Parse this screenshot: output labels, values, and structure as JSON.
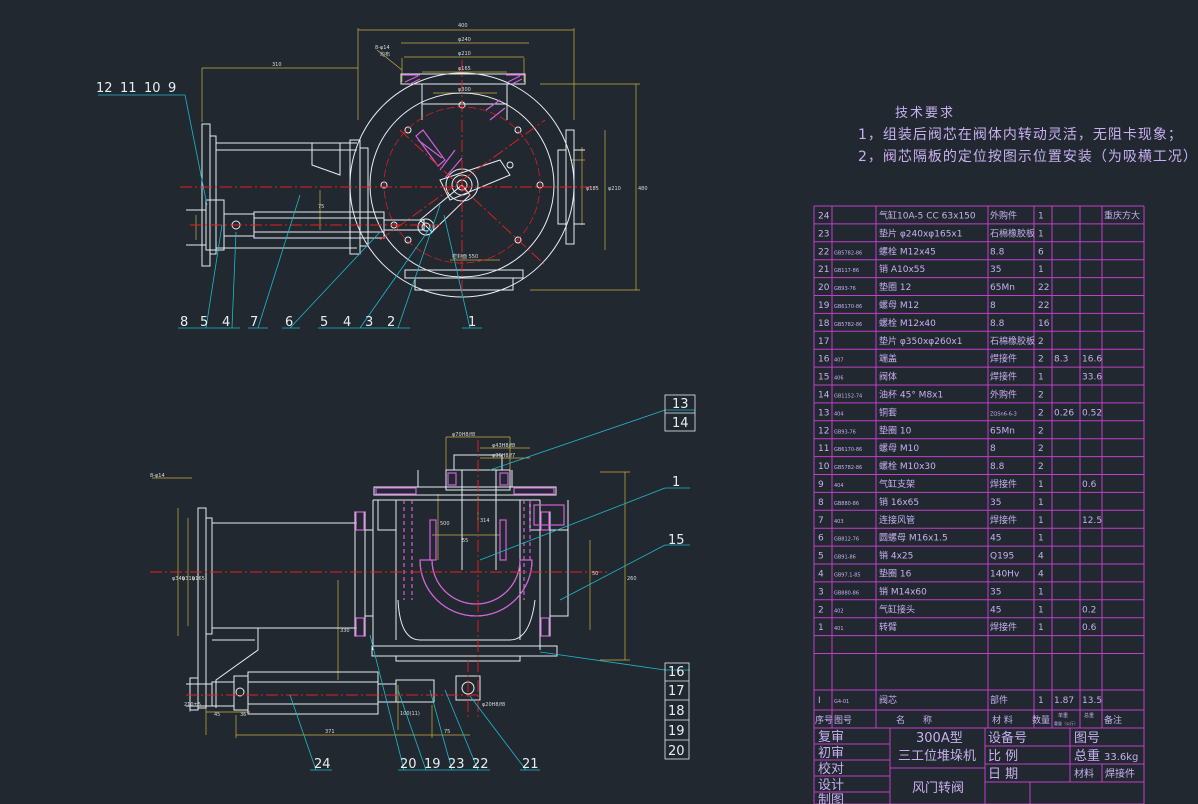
{
  "tech_requirements": {
    "title": "技术要求",
    "items": [
      "1，组装后阀芯在阀体内转动灵活，无阻卡现象；",
      "2，阀芯隔板的定位按图示位置安装（为吸横工况）"
    ]
  },
  "callouts_top_left": [
    "12",
    "11",
    "10",
    "9"
  ],
  "callouts_top_bottom": [
    "8",
    "5",
    "4",
    "7",
    "6",
    "5",
    "4",
    "3",
    "2",
    "1"
  ],
  "callouts_bottom_right": [
    "13",
    "14",
    "1",
    "15",
    "16",
    "17",
    "18",
    "19",
    "20"
  ],
  "callouts_bottom_bottom": [
    "24",
    "20",
    "19",
    "23",
    "22",
    "21"
  ],
  "dimensions_top": {
    "overall_width": "400",
    "left_length": "310",
    "d1": "φ240",
    "d2": "φ210",
    "d3": "φ165",
    "d4": "φ300",
    "h1": "φ185",
    "h2": "φ210",
    "h3": "480",
    "small": "75",
    "thread": "8-φ14",
    "sub": "均布",
    "inner": "密封面 550"
  },
  "dimensions_bottom": {
    "top_box": "φ70H8/f8",
    "top_a": "φ43H8/f8",
    "top_b": "φ36H8/f7",
    "left_thread": "8-φ14",
    "v1": "φ340",
    "v2": "φ310",
    "v3": "φ165",
    "w1": "500",
    "w2": "314",
    "w3": "55",
    "w4": "330",
    "h_right": "260",
    "h_right2": "50",
    "b1": "45",
    "b2": "36",
    "b3": "371",
    "b4": "75",
    "side": "210±5",
    "small_v": "100(11)",
    "bolt": "φ20H8/f8"
  },
  "bom": {
    "rows": [
      {
        "no": "24",
        "code": "",
        "name": "气缸10A-5 CC 63x150",
        "material": "外购件",
        "qty": "1",
        "unit": "",
        "total": "",
        "note": "重庆方大"
      },
      {
        "no": "23",
        "code": "",
        "name": "垫片 φ240xφ165x1",
        "material": "石棉橡胶板",
        "qty": "1",
        "unit": "",
        "total": "",
        "note": ""
      },
      {
        "no": "22",
        "code": "GB5782-86",
        "name": "螺栓 M12x45",
        "material": "8.8",
        "qty": "6",
        "unit": "",
        "total": "",
        "note": ""
      },
      {
        "no": "21",
        "code": "GB117-86",
        "name": "销 A10x55",
        "material": "35",
        "qty": "1",
        "unit": "",
        "total": "",
        "note": ""
      },
      {
        "no": "20",
        "code": "GB93-76",
        "name": "垫圈 12",
        "material": "65Mn",
        "qty": "22",
        "unit": "",
        "total": "",
        "note": ""
      },
      {
        "no": "19",
        "code": "GB6170-86",
        "name": "螺母 M12",
        "material": "8",
        "qty": "22",
        "unit": "",
        "total": "",
        "note": ""
      },
      {
        "no": "18",
        "code": "GB5782-86",
        "name": "螺栓 M12x40",
        "material": "8.8",
        "qty": "16",
        "unit": "",
        "total": "",
        "note": ""
      },
      {
        "no": "17",
        "code": "",
        "name": "垫片 φ350xφ260x1",
        "material": "石棉橡胶板",
        "qty": "2",
        "unit": "",
        "total": "",
        "note": ""
      },
      {
        "no": "16",
        "code": "407",
        "name": "端盖",
        "material": "焊接件",
        "qty": "2",
        "unit": "8.3",
        "total": "16.6",
        "note": ""
      },
      {
        "no": "15",
        "code": "406",
        "name": "阀体",
        "material": "焊接件",
        "qty": "1",
        "unit": "",
        "total": "33.6",
        "note": ""
      },
      {
        "no": "14",
        "code": "GB1152-74",
        "name": "油杯 45° M8x1",
        "material": "外购件",
        "qty": "2",
        "unit": "",
        "total": "",
        "note": ""
      },
      {
        "no": "13",
        "code": "404",
        "name": "铜套",
        "material": "ZQSn6-6-3",
        "qty": "2",
        "unit": "0.26",
        "total": "0.52",
        "note": ""
      },
      {
        "no": "12",
        "code": "GB93-76",
        "name": "垫圈 10",
        "material": "65Mn",
        "qty": "2",
        "unit": "",
        "total": "",
        "note": ""
      },
      {
        "no": "11",
        "code": "GB6170-86",
        "name": "螺母 M10",
        "material": "8",
        "qty": "2",
        "unit": "",
        "total": "",
        "note": ""
      },
      {
        "no": "10",
        "code": "GB5782-86",
        "name": "螺栓 M10x30",
        "material": "8.8",
        "qty": "2",
        "unit": "",
        "total": "",
        "note": ""
      },
      {
        "no": "9",
        "code": "404",
        "name": "气缸支架",
        "material": "焊接件",
        "qty": "1",
        "unit": "",
        "total": "0.6",
        "note": ""
      },
      {
        "no": "8",
        "code": "GB880-86",
        "name": "销 16x65",
        "material": "35",
        "qty": "1",
        "unit": "",
        "total": "",
        "note": ""
      },
      {
        "no": "7",
        "code": "403",
        "name": "连接风管",
        "material": "焊接件",
        "qty": "1",
        "unit": "",
        "total": "12.5",
        "note": ""
      },
      {
        "no": "6",
        "code": "GB812-76",
        "name": "圆螺母 M16x1.5",
        "material": "45",
        "qty": "1",
        "unit": "",
        "total": "",
        "note": ""
      },
      {
        "no": "5",
        "code": "GB91-86",
        "name": "销 4x25",
        "material": "Q195",
        "qty": "4",
        "unit": "",
        "total": "",
        "note": ""
      },
      {
        "no": "4",
        "code": "GB97.1-85",
        "name": "垫圈 16",
        "material": "140Hv",
        "qty": "4",
        "unit": "",
        "total": "",
        "note": ""
      },
      {
        "no": "3",
        "code": "GB880-86",
        "name": "销 M14x60",
        "material": "35",
        "qty": "1",
        "unit": "",
        "total": "",
        "note": ""
      },
      {
        "no": "2",
        "code": "402",
        "name": "气缸接头",
        "material": "45",
        "qty": "1",
        "unit": "",
        "total": "0.2",
        "note": ""
      },
      {
        "no": "1",
        "code": "401",
        "name": "转臂",
        "material": "焊接件",
        "qty": "1",
        "unit": "",
        "total": "0.6",
        "note": ""
      }
    ],
    "assembly_row": {
      "no": "I",
      "code": "G4-01",
      "name": "阀芯",
      "material": "部件",
      "qty": "1",
      "unit": "1.87",
      "total": "13.5",
      "note": ""
    },
    "header": {
      "no": "序号",
      "code": "图号",
      "name": "名　　称",
      "material": "材 料",
      "qty": "数量",
      "unit": "单重",
      "unit_sub": "重量（公斤）",
      "total": "总重",
      "note": "备注"
    }
  },
  "title_block": {
    "review": "复审",
    "first_review": "初审",
    "proofread": "校对",
    "design": "设计",
    "draw": "制图",
    "model": "300A型",
    "machine": "三工位堆垛机",
    "part_name": "风门转阀",
    "device_no": "设备号",
    "drawing_no": "图号",
    "scale": "比 例",
    "total_weight": "总重",
    "weight_value": "33.6kg",
    "date": "日 期",
    "material": "材料",
    "material_value": "焊接件"
  },
  "colors": {
    "background": "#212830",
    "outline": "#e8eef0",
    "hatch": "#d060d8",
    "center": "#e82020",
    "dimension": "#c8b040",
    "leader": "#20b8c8",
    "table_border": "#c040c8",
    "table_text": "#c8b0f0"
  }
}
